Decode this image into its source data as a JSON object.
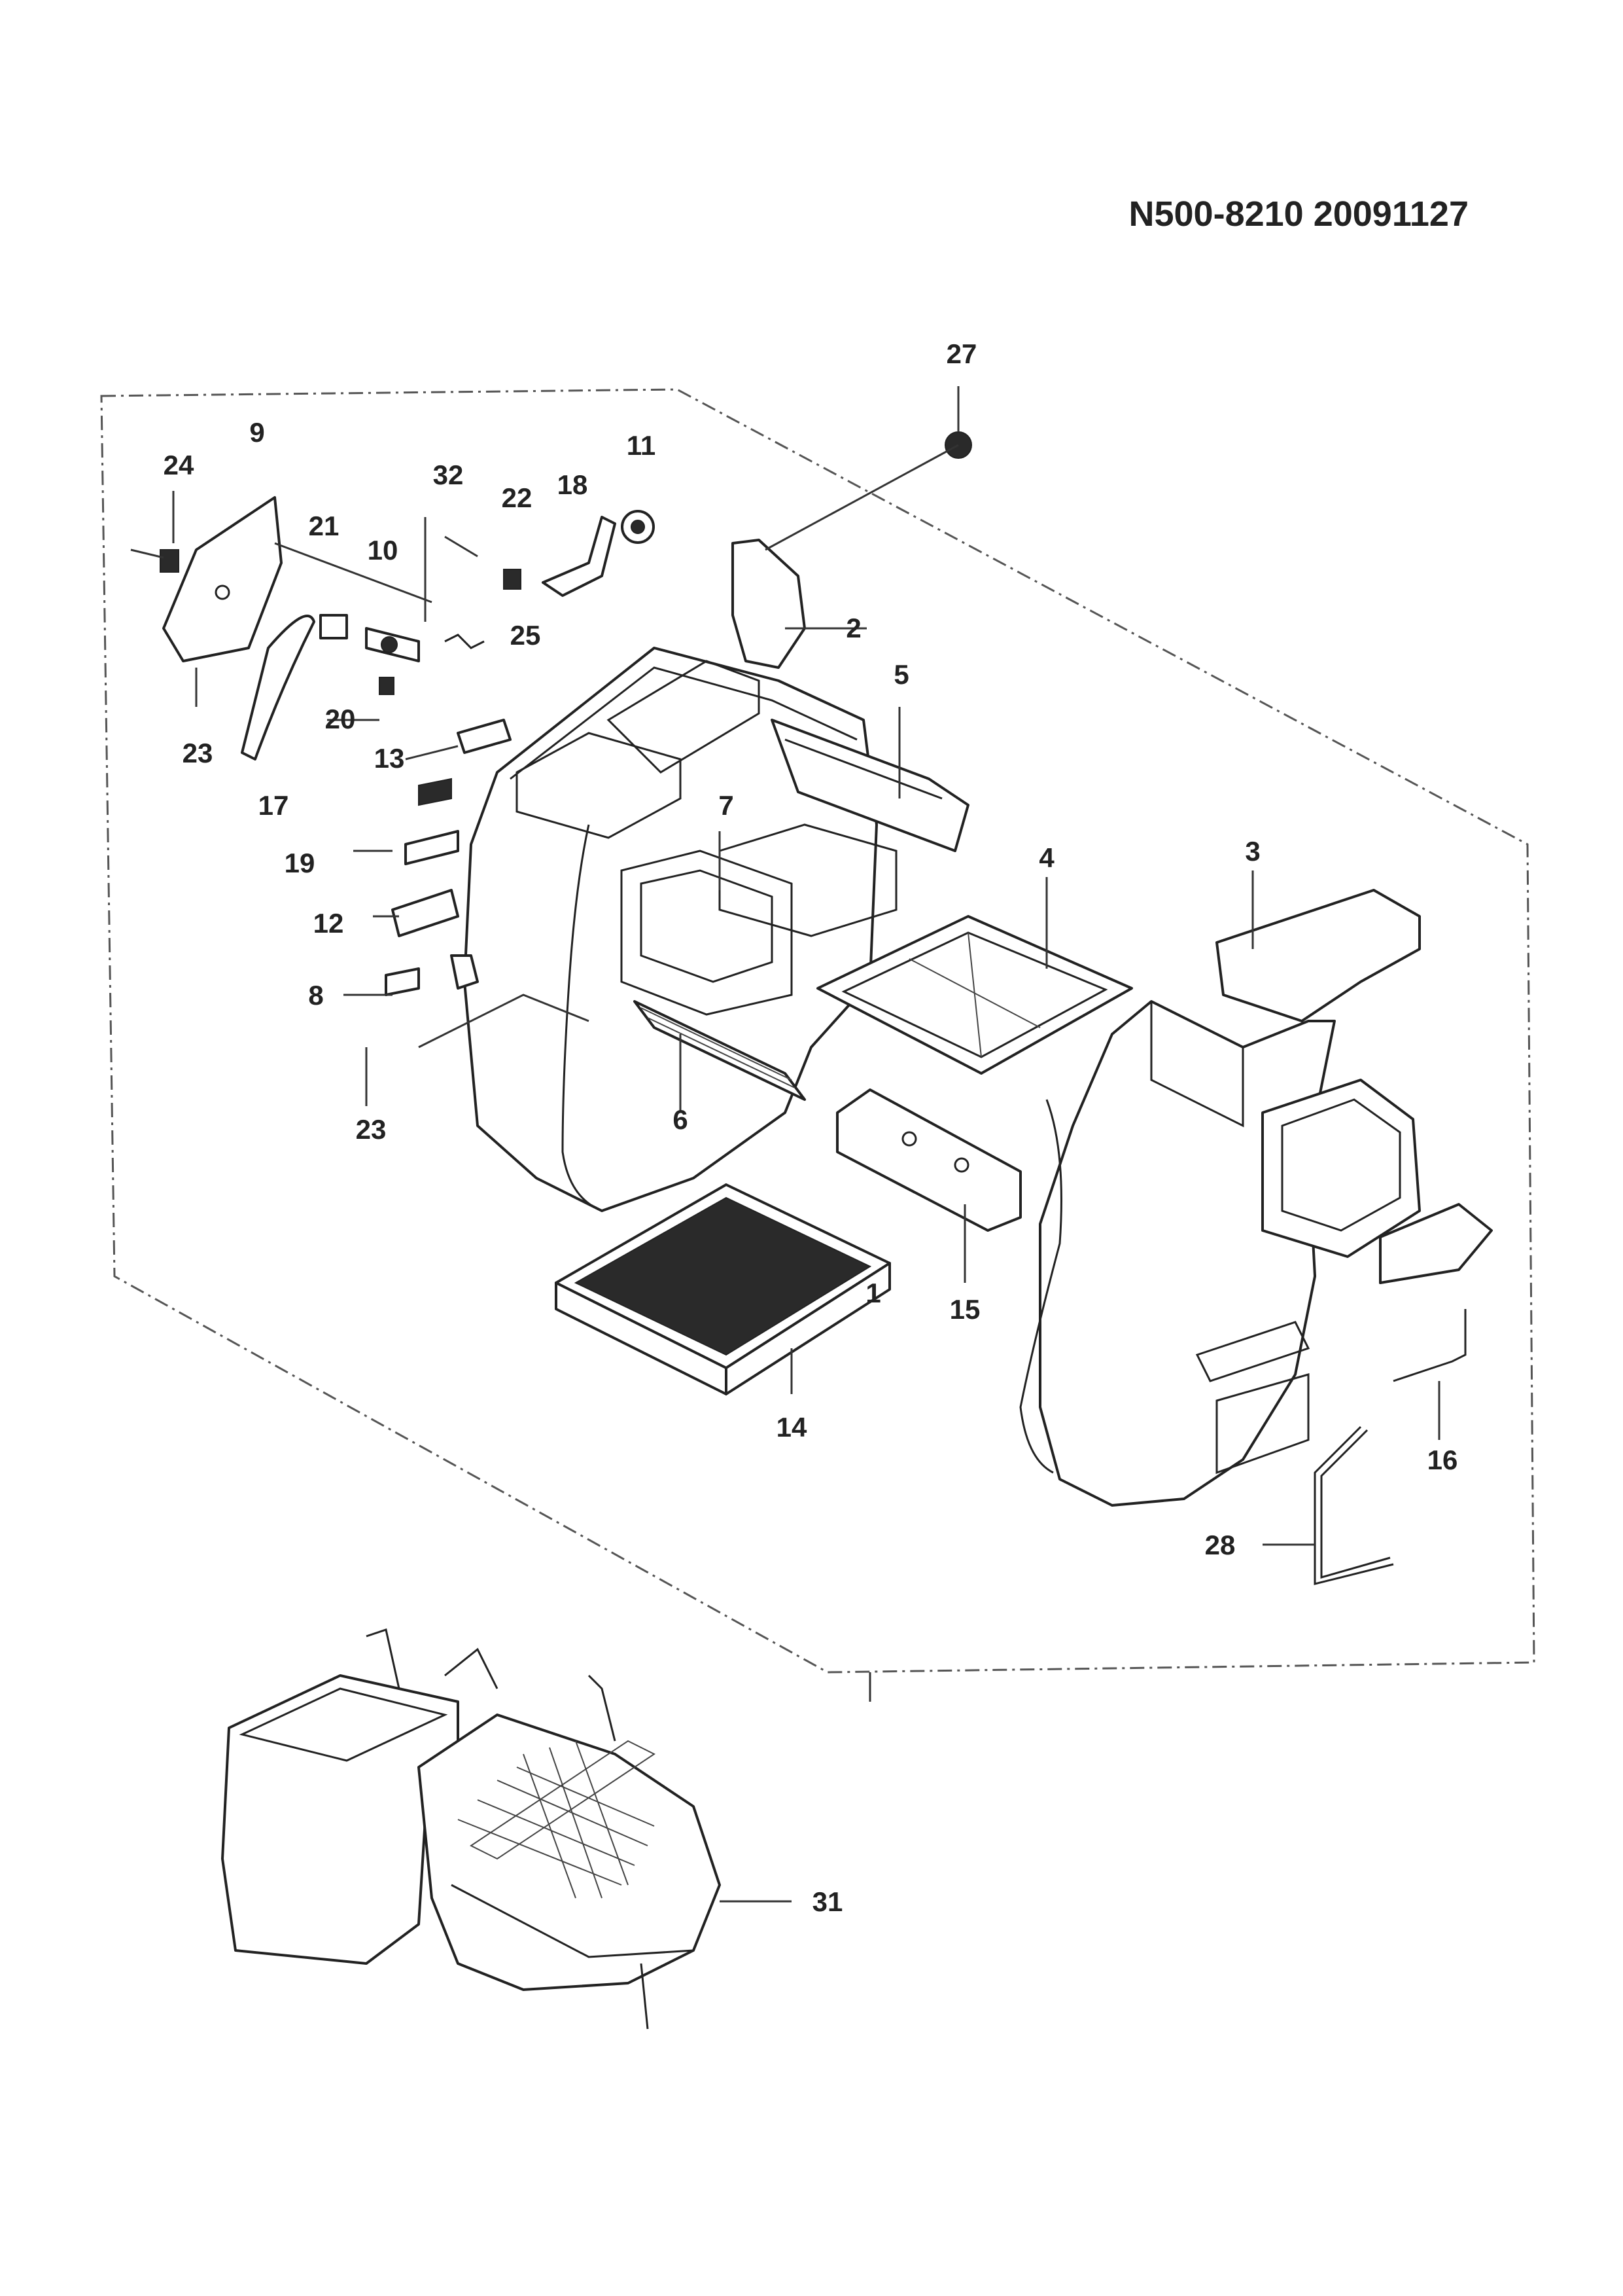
{
  "header": {
    "doc_code": "N500-8210  20091127"
  },
  "callouts": [
    {
      "id": "c1",
      "label": "1"
    },
    {
      "id": "c2",
      "label": "2"
    },
    {
      "id": "c3",
      "label": "3"
    },
    {
      "id": "c4",
      "label": "4"
    },
    {
      "id": "c5",
      "label": "5"
    },
    {
      "id": "c6",
      "label": "6"
    },
    {
      "id": "c7",
      "label": "7"
    },
    {
      "id": "c8",
      "label": "8"
    },
    {
      "id": "c9",
      "label": "9"
    },
    {
      "id": "c10",
      "label": "10"
    },
    {
      "id": "c11",
      "label": "11"
    },
    {
      "id": "c12",
      "label": "12"
    },
    {
      "id": "c13",
      "label": "13"
    },
    {
      "id": "c14",
      "label": "14"
    },
    {
      "id": "c15",
      "label": "15"
    },
    {
      "id": "c16",
      "label": "16"
    },
    {
      "id": "c17",
      "label": "17"
    },
    {
      "id": "c18",
      "label": "18"
    },
    {
      "id": "c19",
      "label": "19"
    },
    {
      "id": "c20",
      "label": "20"
    },
    {
      "id": "c21",
      "label": "21"
    },
    {
      "id": "c22",
      "label": "22"
    },
    {
      "id": "c23a",
      "label": "23"
    },
    {
      "id": "c23b",
      "label": "23"
    },
    {
      "id": "c24",
      "label": "24"
    },
    {
      "id": "c25",
      "label": "25"
    },
    {
      "id": "c27",
      "label": "27"
    },
    {
      "id": "c28",
      "label": "28"
    },
    {
      "id": "c31",
      "label": "31"
    },
    {
      "id": "c32",
      "label": "32"
    }
  ]
}
